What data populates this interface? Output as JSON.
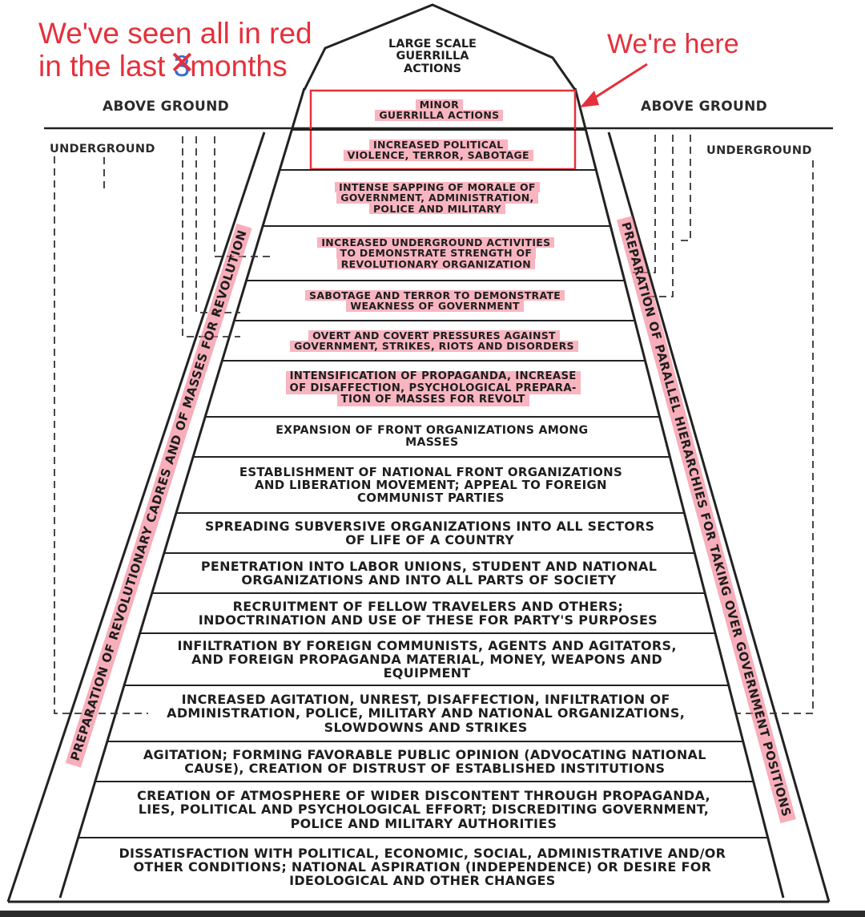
{
  "annotations": {
    "top_left_line1": "We've seen all in red",
    "top_left_line2_pre": "in the last",
    "struck_number": "3",
    "top_left_line2_post": "months",
    "top_right": "We're here"
  },
  "labels": {
    "above_ground_left": "ABOVE GROUND",
    "above_ground_right": "ABOVE GROUND",
    "underground_left": "UNDERGROUND",
    "underground_right": "UNDERGROUND"
  },
  "apex": [
    "LARGE SCALE",
    "GUERRILLA",
    "ACTIONS"
  ],
  "side_labels": {
    "left": "PREPARATION OF REVOLUTIONARY CADRES AND OF MASSES FOR REVOLUTION",
    "right": "PREPARATION OF PARALLEL HIERARCHIES FOR TAKING OVER GOVERNMENT POSITIONS"
  },
  "tiers": [
    {
      "lines": [
        "MINOR",
        "GUERRILLA ACTIONS"
      ],
      "highlighted": true
    },
    {
      "lines": [
        "INCREASED POLITICAL",
        "VIOLENCE, TERROR, SABOTAGE"
      ],
      "highlighted": true
    },
    {
      "lines": [
        "INTENSE SAPPING OF MORALE OF",
        "GOVERNMENT, ADMINISTRATION,",
        "POLICE AND MILITARY"
      ],
      "highlighted": true
    },
    {
      "lines": [
        "INCREASED UNDERGROUND ACTIVITIES",
        "TO DEMONSTRATE STRENGTH OF",
        "REVOLUTIONARY ORGANIZATION"
      ],
      "highlighted": true
    },
    {
      "lines": [
        "SABOTAGE AND TERROR TO DEMONSTRATE",
        "WEAKNESS OF GOVERNMENT"
      ],
      "highlighted": true
    },
    {
      "lines": [
        "OVERT AND COVERT PRESSURES AGAINST",
        "GOVERNMENT, STRIKES, RIOTS AND DISORDERS"
      ],
      "highlighted": true
    },
    {
      "lines": [
        "INTENSIFICATION OF PROPAGANDA, INCREASE",
        "OF DISAFFECTION, PSYCHOLOGICAL PREPARA-",
        "TION OF MASSES FOR REVOLT"
      ],
      "highlighted": true
    },
    {
      "lines": [
        "EXPANSION OF FRONT ORGANIZATIONS AMONG",
        "MASSES"
      ],
      "highlighted": false
    },
    {
      "lines": [
        "ESTABLISHMENT OF NATIONAL FRONT ORGANIZATIONS",
        "AND LIBERATION MOVEMENT; APPEAL TO FOREIGN",
        "COMMUNIST PARTIES"
      ],
      "highlighted": false
    },
    {
      "lines": [
        "SPREADING SUBVERSIVE ORGANIZATIONS INTO ALL SECTORS",
        "OF LIFE OF A COUNTRY"
      ],
      "highlighted": false
    },
    {
      "lines": [
        "PENETRATION INTO LABOR UNIONS, STUDENT AND NATIONAL",
        "ORGANIZATIONS AND INTO ALL PARTS OF SOCIETY"
      ],
      "highlighted": false
    },
    {
      "lines": [
        "RECRUITMENT OF FELLOW TRAVELERS AND OTHERS;",
        "INDOCTRINATION AND USE OF THESE FOR PARTY'S PURPOSES"
      ],
      "highlighted": false
    },
    {
      "lines": [
        "INFILTRATION BY FOREIGN COMMUNISTS, AGENTS AND AGITATORS,",
        "AND FOREIGN PROPAGANDA MATERIAL, MONEY, WEAPONS AND",
        "EQUIPMENT"
      ],
      "highlighted": false
    },
    {
      "lines": [
        "INCREASED AGITATION, UNREST, DISAFFECTION, INFILTRATION OF",
        "ADMINISTRATION, POLICE, MILITARY AND NATIONAL ORGANIZATIONS,",
        "SLOWDOWNS AND STRIKES"
      ],
      "highlighted": false
    },
    {
      "lines": [
        "AGITATION; FORMING FAVORABLE PUBLIC OPINION (ADVOCATING NATIONAL",
        "CAUSE), CREATION OF DISTRUST OF ESTABLISHED INSTITUTIONS"
      ],
      "highlighted": false
    },
    {
      "lines": [
        "CREATION OF ATMOSPHERE OF WIDER DISCONTENT THROUGH PROPAGANDA,",
        "LIES, POLITICAL AND PSYCHOLOGICAL EFFORT; DISCREDITING GOVERNMENT,",
        "POLICE AND MILITARY AUTHORITIES"
      ],
      "highlighted": false
    },
    {
      "lines": [
        "DISSATISFACTION WITH POLITICAL, ECONOMIC, SOCIAL, ADMINISTRATIVE AND/OR",
        "OTHER CONDITIONS; NATIONAL ASPIRATION (INDEPENDENCE) OR DESIRE FOR",
        "IDEOLOGICAL AND OTHER CHANGES"
      ],
      "highlighted": false
    }
  ],
  "colors": {
    "ink": "#1e1e1e",
    "highlight": "#f3788c",
    "annotation": "#e5303b",
    "struck_number": "#2f6fd6"
  }
}
